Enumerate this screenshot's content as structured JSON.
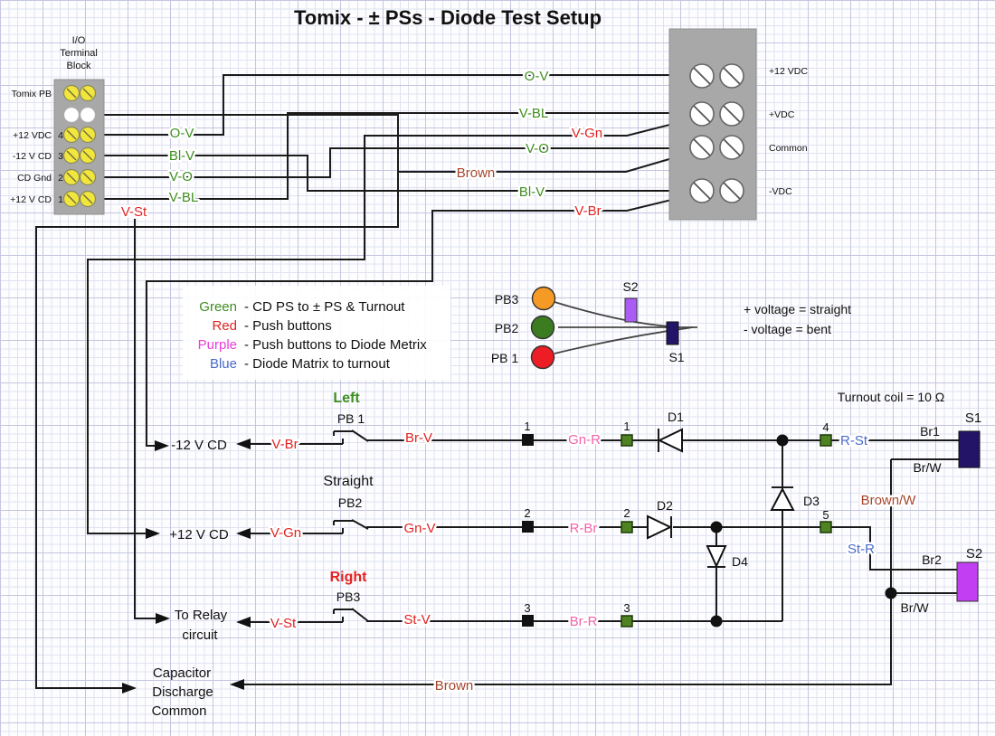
{
  "title": "Tomix - ± PSs - Diode Test Setup",
  "left_block": {
    "h1": "I/O",
    "h2": "Terminal",
    "h3": "Block",
    "row1": "Tomix PB",
    "row3": "+12 VDC",
    "row4": "-12 V CD",
    "row5": "CD Gnd",
    "row6": "+12 V CD",
    "n4": "4",
    "n3": "3",
    "n2": "2",
    "n1": "1"
  },
  "right_block": {
    "r1": "+12 VDC",
    "r2": "+VDC",
    "r3": "Common",
    "r4": "-VDC"
  },
  "labels": {
    "ov_l": "O-V",
    "blv_l": "Bl-V",
    "vo_l": "V-O",
    "vbl_l": "V-BL",
    "vst_l": "V-St",
    "ov_t": "O-V",
    "vbl_t": "V-BL",
    "vgn_t": "V-Gn",
    "vo_t": "V-O",
    "brown_t": "Brown",
    "blv_t": "Bl-V",
    "vbr_t": "V-Br"
  },
  "legend": {
    "items": [
      {
        "name": "Green",
        "desc": "- CD PS to ± PS & Turnout",
        "color": "#3e8e20"
      },
      {
        "name": "Red",
        "desc": "- Push buttons",
        "color": "#e32222"
      },
      {
        "name": "Purple",
        "desc": "- Push buttons to Diode Metrix",
        "color": "#e93ddb"
      },
      {
        "name": "Blue",
        "desc": "- Diode Matrix to turnout",
        "color": "#4a6bc8"
      }
    ]
  },
  "turnout": {
    "pb3": "PB3",
    "pb2": "PB2",
    "pb1": "PB 1",
    "s2": "S2",
    "s1": "S1",
    "plus": "+ voltage = straight",
    "minus": "- voltage  = bent",
    "coil": "Turnout coil = 10 Ω"
  },
  "rows": {
    "left": {
      "header": "Left",
      "pb": "PB 1",
      "feed": "-12 V CD",
      "in": "V-Br",
      "out": "Br-V",
      "n1": "1",
      "mx": "Gn-R",
      "n2": "1",
      "d": "D1",
      "n3": "4",
      "st": "R-St",
      "w1": "Br1",
      "s": "S1",
      "w2": "Br/W"
    },
    "straight": {
      "header": "Straight",
      "pb": "PB2",
      "feed": "+12 V CD",
      "in": "V-Gn",
      "out": "Gn-V",
      "n1": "2",
      "mx": "R-Br",
      "n2": "2",
      "d": "D2",
      "d3": "D3",
      "d4": "D4",
      "brw": "Brown/W",
      "n3": "5",
      "st": "St-R",
      "w1": "Br2",
      "s": "S2",
      "w2": "Br/W"
    },
    "right": {
      "header": "Right",
      "pb": "PB3",
      "feed1": "To Relay",
      "feed2": "circuit",
      "in": "V-St",
      "out": "St-V",
      "n1": "3",
      "mx": "Br-R",
      "n2": "3"
    },
    "common": {
      "l1": "Capacitor",
      "l2": "Discharge",
      "l3": "Common",
      "wire": "Brown"
    }
  },
  "colors": {
    "green": "#3e8e20",
    "red": "#e32222",
    "pink": "#f263aa",
    "purple": "#e93ddb",
    "blue": "#4a6bc8",
    "brown": "#a5452b",
    "wire": "#1a1a1a",
    "block_gray": "#a8a8a8",
    "s1_navy": "#241468",
    "s2_magenta": "#c13ef2",
    "pb_orange": "#f59b25",
    "pb_green": "#3b7c20",
    "pb_red": "#ec1d24",
    "terminal_yellow": "#f2e63d"
  }
}
